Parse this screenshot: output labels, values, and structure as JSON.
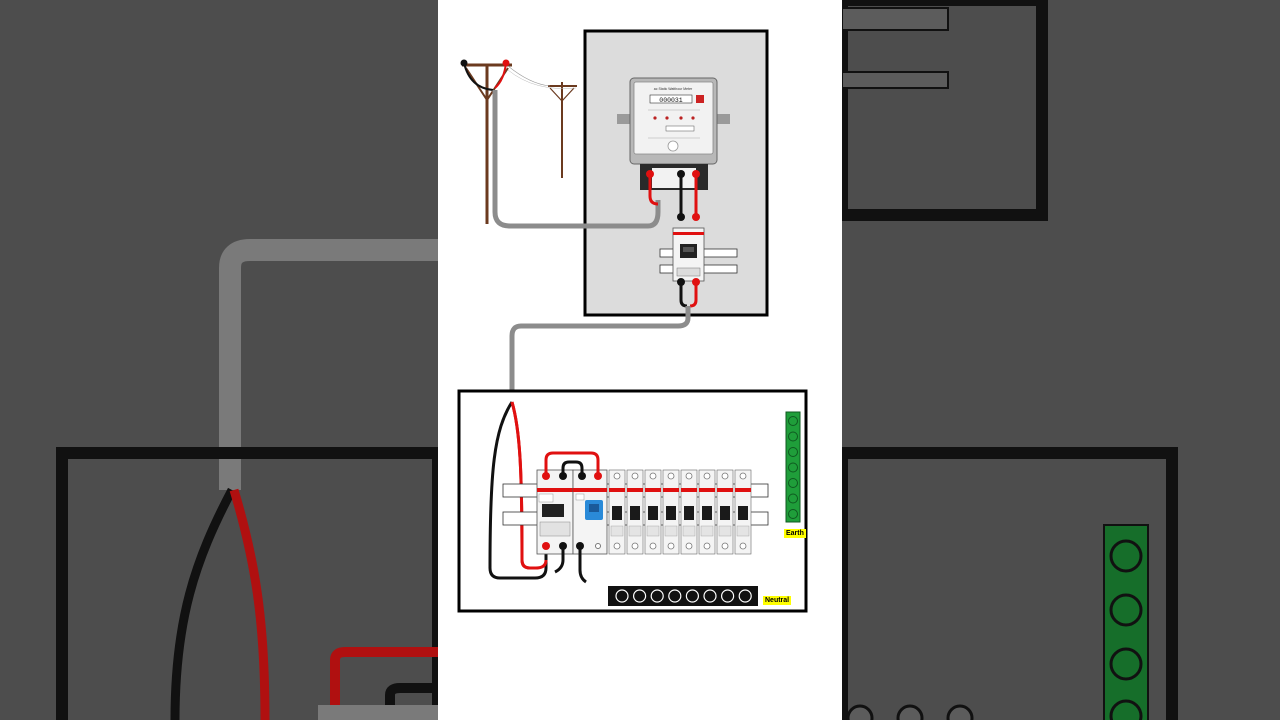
{
  "labels": {
    "earth": "Earth",
    "neutral": "Neutral"
  },
  "meter": {
    "reading": "000031"
  },
  "mcb_count": 8,
  "neutral_terminals": 8,
  "earth_terminals": 7,
  "colors": {
    "phase_wire": "#e01010",
    "neutral_wire": "#111111",
    "cable": "#8c8c8c",
    "earth_bar": "#1f9e3a",
    "pole": "#6b3a1f",
    "background_blur": "#4d4d4d",
    "meter_box_fill": "#dcdcdc"
  }
}
